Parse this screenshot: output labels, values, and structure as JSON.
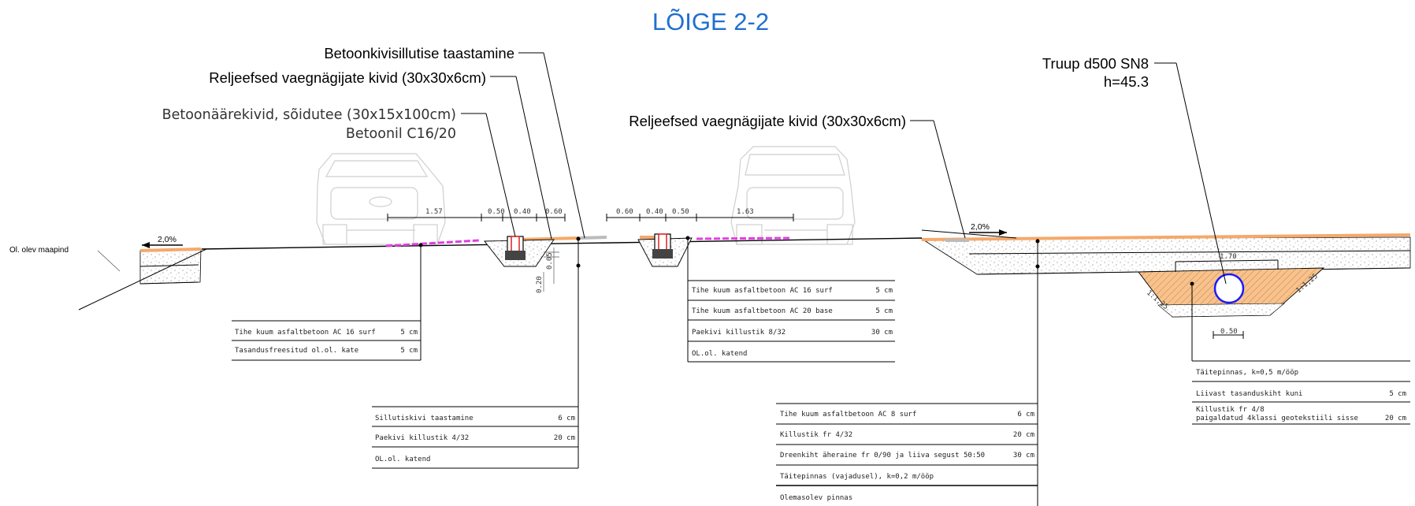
{
  "title": "LÕIGE 2-2",
  "callouts": {
    "paving_restore": "Betoonkivisillutise taastamine",
    "tactile_left": "Reljeefsed vaegnägijate kivid (30x30x6cm)",
    "curb_line1": "Betoonäärekivid, sõidutee (30x15x100cm)",
    "curb_line2": "Betoonil C16/20",
    "tactile_right": "Reljeefsed vaegnägijate kivid (30x30x6cm)",
    "culvert_line1": "Truup d500 SN8",
    "culvert_line2": "h=45.3"
  },
  "existing_ground": "Ol. olev maapind",
  "slopes": {
    "left": "2,0%",
    "right": "2,0%"
  },
  "dimensions": {
    "top_left": [
      "1.57",
      "0.50",
      "0.40",
      "0.60"
    ],
    "top_right": [
      "0.60",
      "0.40",
      "0.50",
      "1.63"
    ],
    "curb_small": [
      "0.05",
      "0.20"
    ],
    "culvert_width": "1.70",
    "culvert_base": "0.50",
    "slope_left": "1:1,25",
    "slope_right": "1:1,25"
  },
  "tables": {
    "t1": {
      "rows": [
        {
          "name": "Tihe kuum asfaltbetoon AC 16 surf",
          "thick": "5 cm"
        },
        {
          "name": "Tasandusfreesitud ol.ol. kate",
          "thick": "5 cm"
        }
      ]
    },
    "t2": {
      "rows": [
        {
          "name": "Sillutiskivi taastamine",
          "thick": "6 cm"
        },
        {
          "name": "Paekivi killustik 4/32",
          "thick": "20 cm"
        },
        {
          "name": "OL.ol. katend",
          "thick": ""
        }
      ]
    },
    "t3": {
      "rows": [
        {
          "name": "Tihe kuum asfaltbetoon AC 16 surf",
          "thick": "5 cm"
        },
        {
          "name": "Tihe kuum asfaltbetoon AC 20 base",
          "thick": "5 cm"
        },
        {
          "name": "Paekivi killustik 8/32",
          "thick": "30 cm"
        },
        {
          "name": "OL.ol. katend",
          "thick": ""
        }
      ]
    },
    "t4": {
      "rows": [
        {
          "name": "Tihe kuum asfaltbetoon AC 8 surf",
          "thick": "6 cm"
        },
        {
          "name": "Killustik fr 4/32",
          "thick": "20 cm"
        },
        {
          "name": "Dreenkiht äheraine fr 0/90 ja liiva segust 50:50",
          "thick": "30 cm"
        },
        {
          "name": "Täitepinnas (vajadusel), k=0,2 m/ööp",
          "thick": ""
        },
        {
          "name": "Olemasolev pinnas",
          "thick": ""
        }
      ]
    },
    "t5": {
      "rows": [
        {
          "name": "Täitepinnas, k=0,5 m/ööp",
          "thick": ""
        },
        {
          "name": "Liivast tasanduskiht kuni",
          "thick": "5 cm"
        },
        {
          "name": "Killustik fr 4/8",
          "name2": "paigaldatud 4klassi geotekstiili sisse",
          "thick": "20 cm"
        }
      ]
    }
  },
  "colors": {
    "title": "#1f6fd0",
    "asphalt": "#f5a96a",
    "pink_layer": "#e040e0",
    "fill_orange": "#f7c28d",
    "culvert": "#1a1aff"
  }
}
